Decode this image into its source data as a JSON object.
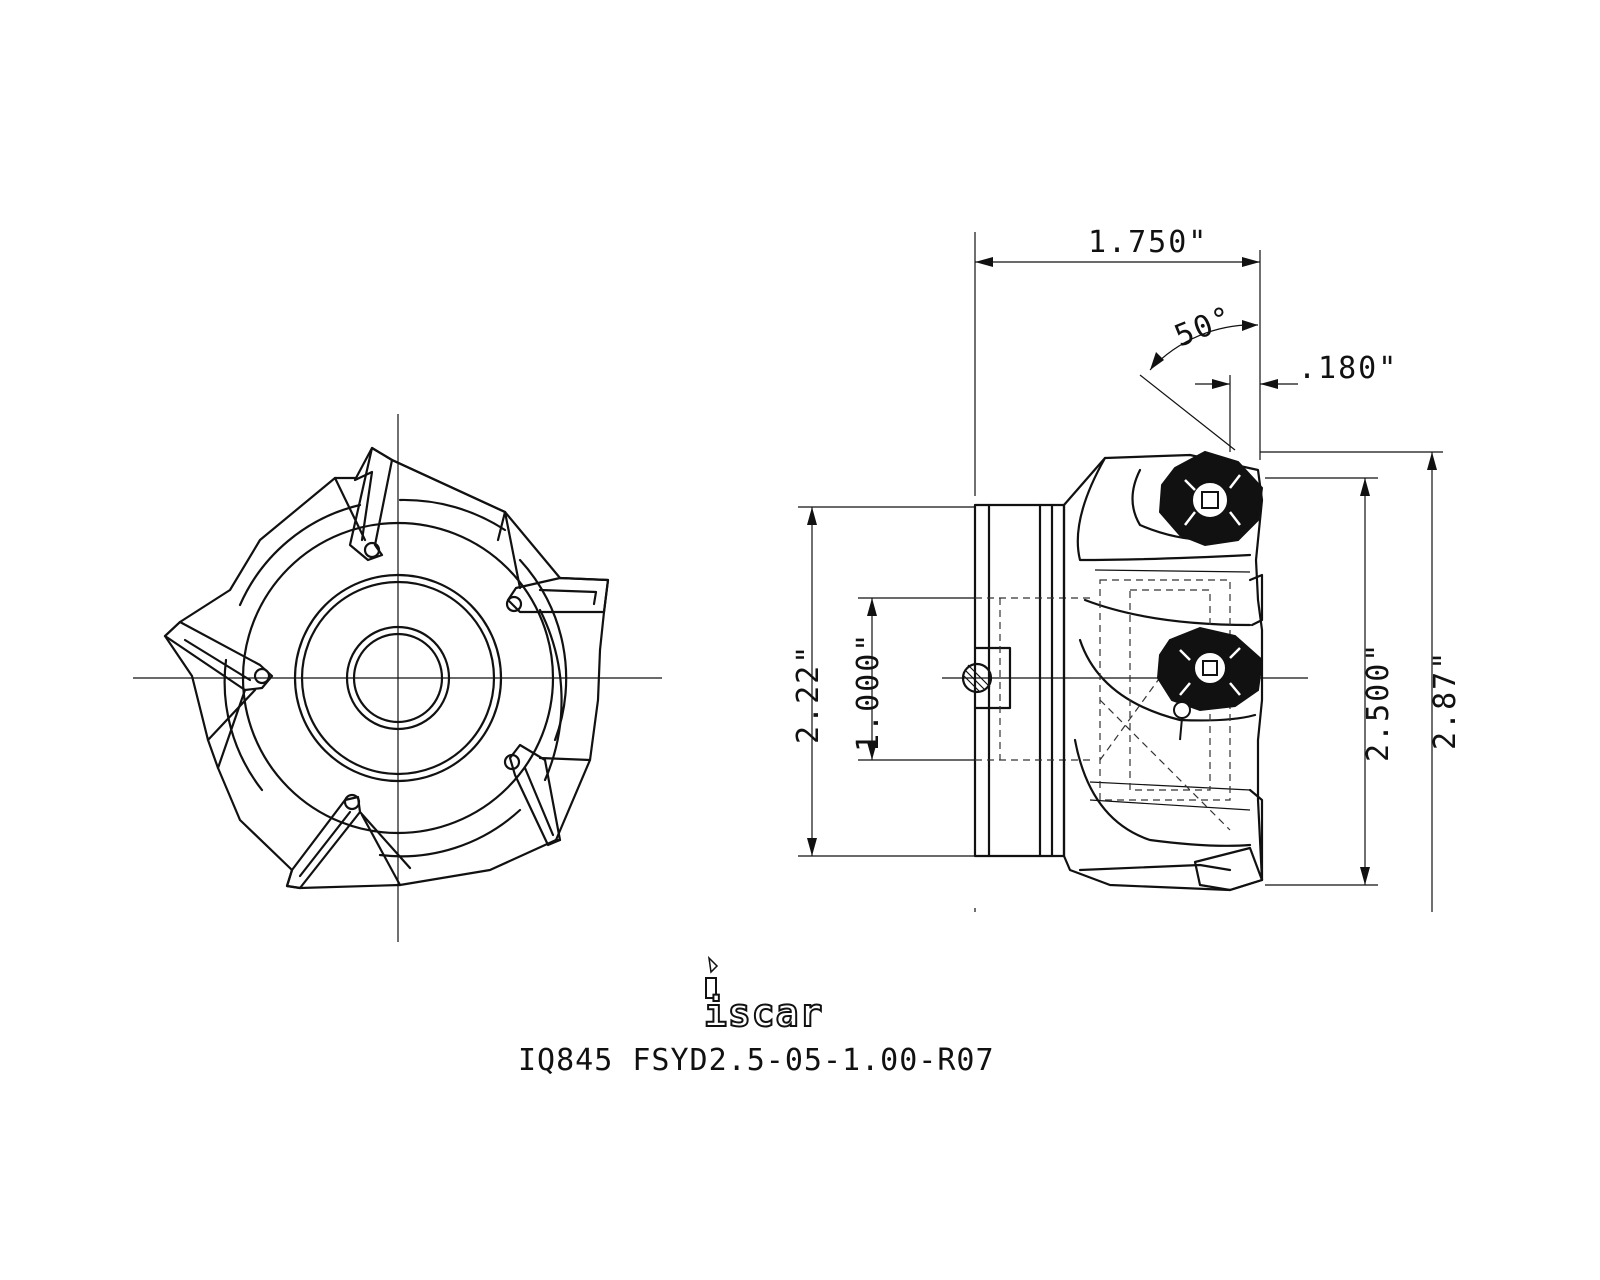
{
  "drawing": {
    "brand_logo": "iscar",
    "part_number": "IQ845 FSYD2.5-05-1.00-R07",
    "colors": {
      "line": "#111111",
      "background": "#ffffff"
    }
  },
  "dimensions": {
    "overall_length": "1.750\"",
    "lead_angle": "50°",
    "insert_offset": ".180\"",
    "body_diameter": "2.22\"",
    "bore_diameter": "1.000\"",
    "cutting_diameter": "2.500\"",
    "max_diameter": "2.87\""
  }
}
